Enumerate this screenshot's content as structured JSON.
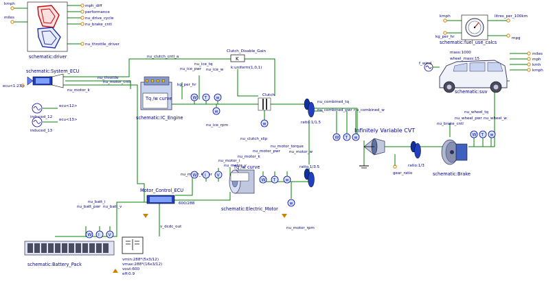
{
  "driver": {
    "title": "schematic:driver",
    "inputs": [
      "kmph",
      "miles"
    ],
    "outputs": [
      "mph_diff",
      "performance",
      "nu_drive_cycle",
      "nu_brake_cntl",
      "nu_throttle_driver"
    ]
  },
  "fuel_use": {
    "title": "schematic:fuel_use_calcs",
    "inputs": [
      "kmph",
      "kg_per_hr"
    ],
    "outputs": [
      "litres_per_100km",
      "mpg"
    ]
  },
  "ecu": {
    "title": "schematic:System_ECU",
    "port": "ecu<1:23>",
    "outputs": [
      "nu_clutch_cntl_a",
      "nu_throttle",
      "nu_motor_k",
      "nu_motor_cntl"
    ]
  },
  "clutch_gain": {
    "label": "Clutch_Disable_Gain",
    "value": "k:uniform(1,0,1)",
    "symbol": "K"
  },
  "ic_engine": {
    "title": "schematic:IC_Engine",
    "curve_label": "Tq /w curve",
    "outputs": [
      "nu_ice_pwr",
      "nu_ice_tq",
      "nu_ice_w",
      "kg_per_hr",
      "nu_ice_rpm"
    ]
  },
  "clutch": {
    "label": "Clutch",
    "slip": "nu_clutch_slip"
  },
  "sources": [
    {
      "port": "ecu<12>",
      "name": "induced_12"
    },
    {
      "port": "ecu<13>",
      "name": "induced_13"
    }
  ],
  "gear1": {
    "ratio": "ratio:1/1.5",
    "outputs": [
      "nu_combined_tq",
      "nu_combined_pwr",
      "nu_combined_w"
    ]
  },
  "gear2": {
    "ratio": "ratio:1/3.5"
  },
  "gear3": {
    "ratio": "ratio:1/3"
  },
  "cvt": {
    "label": "Infinitely Variable CVT",
    "gear_ratio": "gear_ratio"
  },
  "suv": {
    "title": "schematic:suv",
    "params": [
      "mass:1000",
      "wheel_mass:15"
    ],
    "source": "f_wind",
    "outputs": [
      "miles",
      "mph",
      "kmh",
      "kmph"
    ]
  },
  "brake": {
    "title": "schematic:Brake",
    "inputs": [
      "nu_brake_cntl"
    ],
    "outputs": [
      "nu_wheel_tq",
      "nu_wheel_pwr",
      "nu_wheel_w"
    ]
  },
  "motor": {
    "title": "schematic:Electric_Motor",
    "curve_label": "Tq /w curve",
    "outputs": [
      "nu_motor_i",
      "nu_motor_v",
      "nu_motor_k_pwr",
      "nu_motor_k",
      "nu_motor_pwr",
      "nu_motor_torque",
      "nu_motor_w",
      "nu_motor_rpm"
    ]
  },
  "motor_ecu": {
    "title": "Motor_Control_ECU",
    "ratio": "600/288"
  },
  "battery": {
    "title": "schematic:Battery_Pack",
    "outputs": [
      "nu_batt_i",
      "nu_batt_pwr",
      "nu_batt_v"
    ]
  },
  "dcdc": {
    "label": "v_dcdc_out",
    "params": [
      "vmin:288*(5x3/12)",
      "vmax:288*(16x3/12)",
      "vout:600",
      "eff:0.9"
    ]
  },
  "colors": {
    "wire": "#008000",
    "label": "#000080",
    "meter_fill": "#d8e6ff",
    "meter_stroke": "#0000a0",
    "red": "#cc0000",
    "cvt_text": "#0000c0",
    "orange": "#d08000"
  }
}
